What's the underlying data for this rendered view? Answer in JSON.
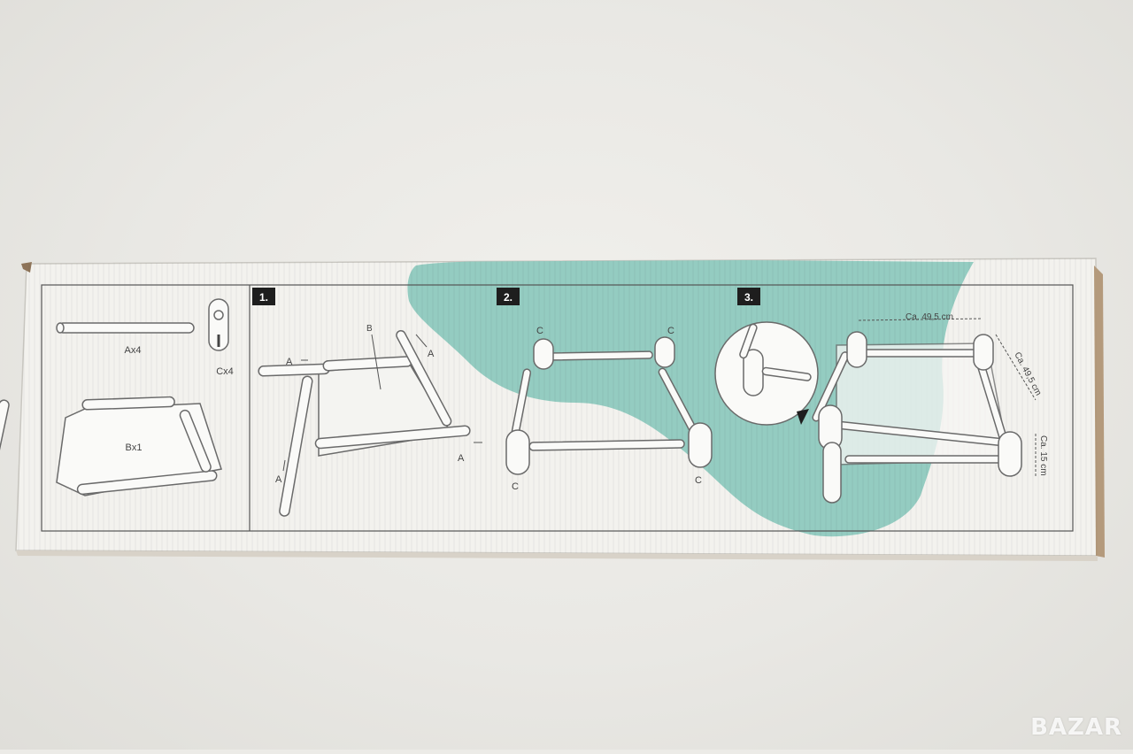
{
  "parts": {
    "a_label": "Ax4",
    "c_label": "Cx4",
    "b_label": "Bx1"
  },
  "steps": [
    {
      "number": "1."
    },
    {
      "number": "2."
    },
    {
      "number": "3."
    }
  ],
  "step1": {
    "b_callout": "B",
    "a_left": "A",
    "a_top_right": "A",
    "a_bottom_right": "A",
    "a_bottom_left": "A"
  },
  "step2": {
    "c_top_left": "C",
    "c_top_right": "C",
    "c_bottom_left": "C",
    "c_bottom_right": "C"
  },
  "step3": {
    "width_dim": "Ca. 49,5 cm",
    "depth_dim": "Ca. 49,5 cm",
    "height_dim": "Ca. 15 cm"
  },
  "watermark": "BAZAR",
  "colors": {
    "teal_blob": "#8ec9be",
    "box_white": "#f3f2ee",
    "line_gray": "#6a6a6a"
  }
}
